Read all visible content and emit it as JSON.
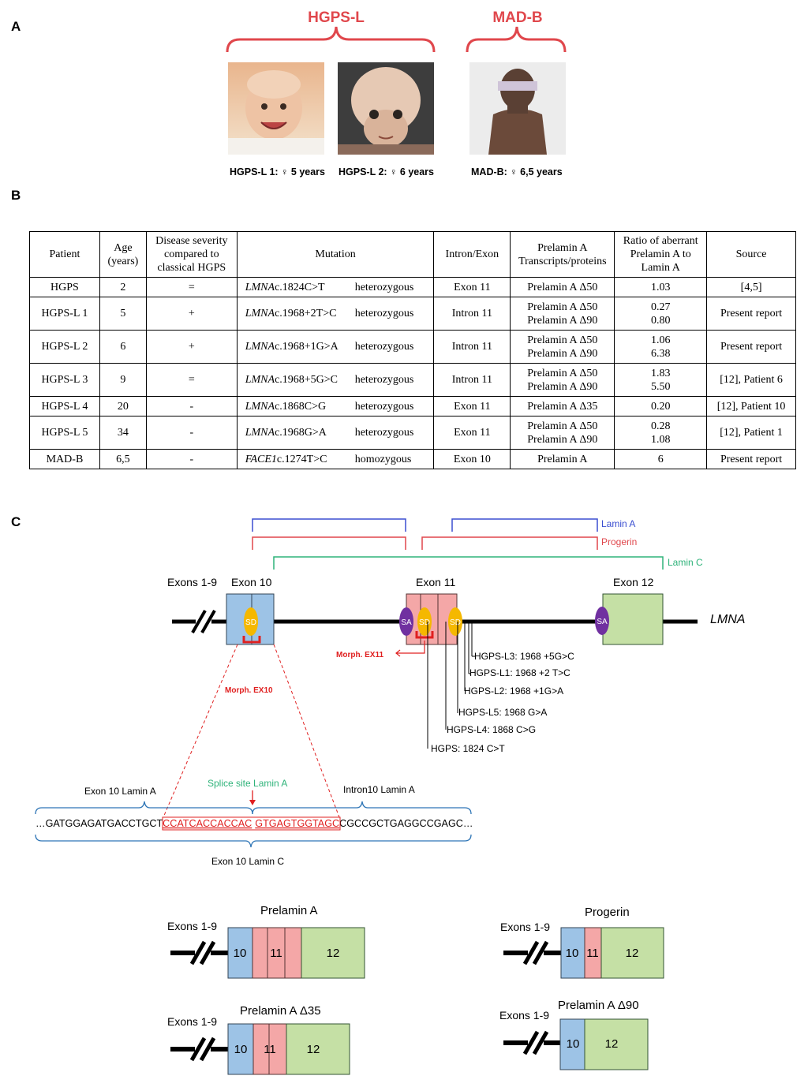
{
  "panel_a": {
    "letter": "A",
    "group_hgps_l": "HGPS-L",
    "group_mad_b": "MAD-B",
    "captions": [
      "HGPS-L 1: ♀ 5 years",
      "HGPS-L 2: ♀ 6 years",
      "MAD-B: ♀ 6,5 years"
    ],
    "photos": [
      "HGPS-L 1 patient photo",
      "HGPS-L 2 patient photo",
      "MAD-B patient photo"
    ]
  },
  "panel_b": {
    "letter": "B",
    "headers": [
      "Patient",
      "Age (years)",
      "Disease severity compared to classical HGPS",
      "Mutation",
      "Intron/Exon",
      "Prelamin A Transcripts/proteins",
      "Ratio of aberrant Prelamin A to Lamin A",
      "Source"
    ],
    "rows": [
      {
        "patient": "HGPS",
        "age": "2",
        "severity": "=",
        "gene": "LMNA",
        "change": "c.1824C>T",
        "zygosity": "heterozygous",
        "location": "Exon 11",
        "transcripts": [
          "Prelamin A Δ50"
        ],
        "ratios": [
          "1.03"
        ],
        "source": "[4,5]"
      },
      {
        "patient": "HGPS-L 1",
        "age": "5",
        "severity": "+",
        "gene": "LMNA",
        "change": "c.1968+2T>C",
        "zygosity": "heterozygous",
        "location": "Intron 11",
        "transcripts": [
          "Prelamin A Δ50",
          "Prelamin A Δ90"
        ],
        "ratios": [
          "0.27",
          "0.80"
        ],
        "source": "Present report"
      },
      {
        "patient": "HGPS-L 2",
        "age": "6",
        "severity": "+",
        "gene": "LMNA",
        "change": "c.1968+1G>A",
        "zygosity": "heterozygous",
        "location": "Intron 11",
        "transcripts": [
          "Prelamin A Δ50",
          "Prelamin A Δ90"
        ],
        "ratios": [
          "1.06",
          "6.38"
        ],
        "source": "Present report"
      },
      {
        "patient": "HGPS-L 3",
        "age": "9",
        "severity": "=",
        "gene": "LMNA",
        "change": "c.1968+5G>C",
        "zygosity": "heterozygous",
        "location": "Intron 11",
        "transcripts": [
          "Prelamin A Δ50",
          "Prelamin A Δ90"
        ],
        "ratios": [
          "1.83",
          "5.50"
        ],
        "source": "[12], Patient 6"
      },
      {
        "patient": "HGPS-L 4",
        "age": "20",
        "severity": "-",
        "gene": "LMNA",
        "change": "c.1868C>G",
        "zygosity": "heterozygous",
        "location": "Exon 11",
        "transcripts": [
          "Prelamin A Δ35"
        ],
        "ratios": [
          "0.20"
        ],
        "source": "[12], Patient 10"
      },
      {
        "patient": "HGPS-L 5",
        "age": "34",
        "severity": "-",
        "gene": "LMNA",
        "change": "c.1968G>A",
        "zygosity": "heterozygous",
        "location": "Exon 11",
        "transcripts": [
          "Prelamin A Δ50",
          "Prelamin A Δ90"
        ],
        "ratios": [
          "0.28",
          "1.08"
        ],
        "source": "[12], Patient 1"
      },
      {
        "patient": "MAD-B",
        "age": "6,5",
        "severity": "-",
        "gene": "FACE1",
        "change": "c.1274T>C",
        "zygosity": "homozygous",
        "location": "Exon 10",
        "transcripts": [
          "Prelamin A"
        ],
        "ratios": [
          "6"
        ],
        "source": "Present report"
      }
    ]
  },
  "panel_c": {
    "letter": "C",
    "bracket_labels": {
      "lamin_a": "Lamin A",
      "progerin": "Progerin",
      "lamin_c": "Lamin C"
    },
    "colors": {
      "lamin_a": "#3b4fd0",
      "progerin": "#e0474c",
      "lamin_c": "#2fb37a",
      "exon10": "#9dc3e6",
      "exon11": "#f4a7a7",
      "exon12": "#c5e0a5",
      "sd": "#f5b800",
      "sa": "#7030a0",
      "morph": "#e02020"
    },
    "gene_labels": {
      "exons_1_9": "Exons 1-9",
      "exon10": "Exon 10",
      "exon11": "Exon 11",
      "exon12": "Exon 12",
      "gene": "LMNA"
    },
    "site_labels": {
      "sd": "SD",
      "sa": "SA"
    },
    "morpholinos": {
      "ex11": "Morph. EX11",
      "ex10": "Morph. EX10"
    },
    "mutation_labels": [
      "HGPS-L3: 1968 +5G>C",
      "HGPS-L1: 1968 +2 T>C",
      "HGPS-L2: 1968 +1G>A",
      "HGPS-L5: 1968 G>A",
      "HGPS-L4: 1868 C>G",
      "HGPS: 1824 C>T"
    ],
    "sequence": {
      "label_exon10_lamin_a": "Exon 10 Lamin A",
      "label_splice_site": "Splice site Lamin A",
      "label_intron10": "Intron10 Lamin A",
      "label_exon10_lamin_c": "Exon 10 Lamin C",
      "prefix": "…GATGGAGATGACCTGCT",
      "target_left": "CCATCACCACCAC",
      "target_right": "GTGAGTGGTAGC",
      "suffix": "CGCCGCTGAGGCCGAGC…"
    },
    "isoforms": [
      {
        "title": "Prelamin A",
        "exons_label": "Exons 1-9",
        "blocks": [
          "10",
          "11",
          "",
          "",
          "12"
        ]
      },
      {
        "title": "Progerin",
        "exons_label": "Exons 1-9",
        "blocks": [
          "10",
          "11",
          "12"
        ]
      },
      {
        "title": "Prelamin A Δ35",
        "exons_label": "Exons 1-9",
        "blocks": [
          "10",
          "11",
          "",
          "12"
        ]
      },
      {
        "title": "Prelamin A Δ90",
        "exons_label": "Exons 1-9",
        "blocks": [
          "10",
          "12"
        ]
      }
    ]
  }
}
